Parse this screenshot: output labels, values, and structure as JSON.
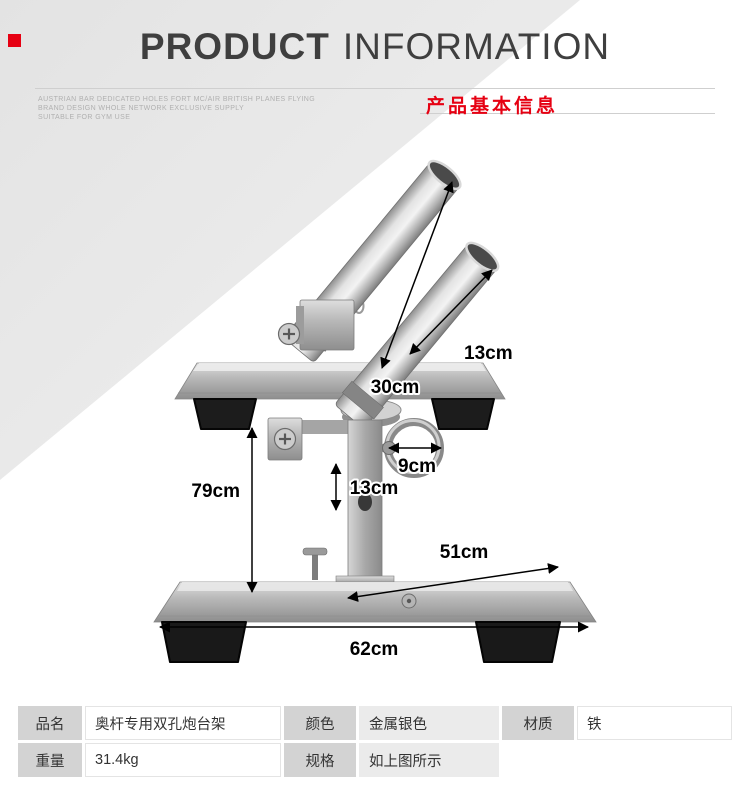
{
  "header": {
    "title_word1": "PRODUCT",
    "title_word2": "INFORMATION",
    "tagline_line1": "AUSTRIAN BAR DEDICATED HOLES FORT MC/AIR BRITISH PLANES FLYING",
    "tagline_line2": "BRAND DESIGN WHOLE NETWORK EXCLUSIVE SUPPLY",
    "tagline_line3": "SUITABLE FOR GYM USE",
    "section_title": "产品基本信息",
    "accent_color": "#e60012"
  },
  "product_figure": {
    "dims": {
      "front_tube": "13cm",
      "rear_tube": "30cm",
      "ring": "9cm",
      "hole_spacing": "13cm",
      "stand_height": "79cm",
      "base_depth": "51cm",
      "base_width": "62cm"
    },
    "metal_color": "#b5b5b5"
  },
  "spec_table": {
    "rows": [
      {
        "label1": "品名",
        "value1": "奥杆专用双孔炮台架",
        "label2": "颜色",
        "value2": "金属银色",
        "label3": "材质",
        "value3": "铁"
      },
      {
        "label1": "重量",
        "value1": "31.4kg",
        "label2": "规格",
        "value2": "如上图所示"
      }
    ]
  }
}
